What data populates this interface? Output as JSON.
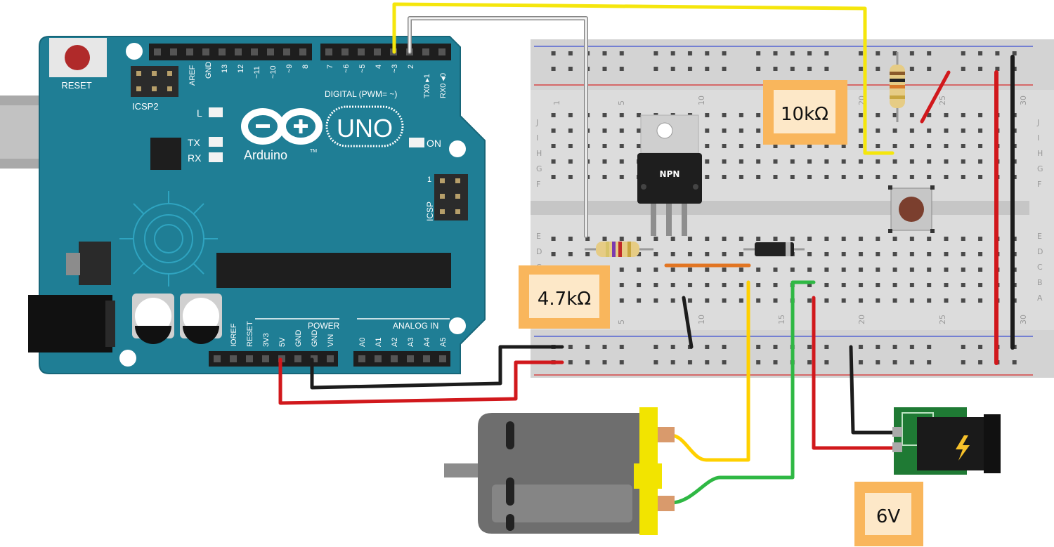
{
  "arduino": {
    "brand": "Arduino",
    "model": "UNO",
    "reset_label": "RESET",
    "icsp2_label": "ICSP2",
    "icsp_label": "ICSP",
    "icsp_pin1": "1",
    "led_l": "L",
    "led_tx": "TX",
    "led_rx": "RX",
    "led_on": "ON",
    "tm": "TM",
    "digital_label": "DIGITAL (PWM= ~)",
    "digital_pins": [
      "AREF",
      "GND",
      "13",
      "12",
      "~11",
      "~10",
      "~9",
      "8",
      "7",
      "~6",
      "~5",
      "4",
      "~3",
      "2",
      "TX0 ▸1",
      "RX0 ◂0"
    ],
    "power_header": "POWER",
    "power_pins": [
      "IOREF",
      "RESET",
      "3V3",
      "5V",
      "GND",
      "GND",
      "VIN"
    ],
    "analog_header": "ANALOG IN",
    "analog_pins": [
      "A0",
      "A1",
      "A2",
      "A3",
      "A4",
      "A5"
    ]
  },
  "breadboard": {
    "row_letters_top": [
      "J",
      "I",
      "H",
      "G",
      "F"
    ],
    "row_letters_bottom": [
      "E",
      "D",
      "C",
      "B",
      "A"
    ],
    "column_numbers": [
      "1",
      "5",
      "10",
      "15",
      "20",
      "25",
      "30"
    ]
  },
  "components": {
    "transistor_label": "NPN",
    "resistor_base": "4.7kΩ",
    "resistor_pullup": "10kΩ",
    "supply": "6V"
  },
  "colors": {
    "board": "#1f7e95",
    "breadboard": "#d9d9d9",
    "callout": "#f9b65c",
    "wire_yellow": "#f5e60c",
    "wire_red": "#d1181c",
    "wire_black": "#1c1c1c",
    "wire_green": "#2fb844",
    "wire_orange": "#ffd000"
  }
}
